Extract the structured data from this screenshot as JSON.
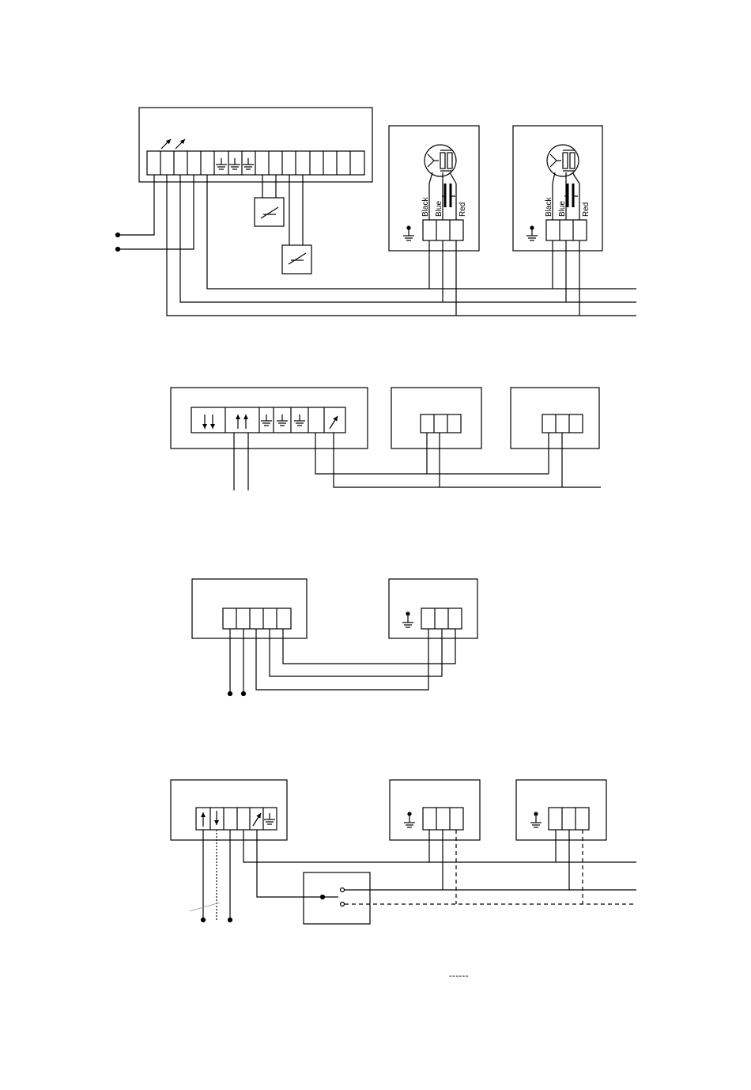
{
  "wire_labels": {
    "black": "Black",
    "blue": "Blue",
    "red": "Red"
  },
  "diagrams": [
    {
      "name": "wiring-diagram-1",
      "terminal_count": 16
    },
    {
      "name": "wiring-diagram-2",
      "terminal_count": 9
    },
    {
      "name": "wiring-diagram-3",
      "terminal_count": 5
    },
    {
      "name": "wiring-diagram-4",
      "terminal_count": 6
    }
  ],
  "legend": {
    "dashed_line": "------"
  },
  "colors": {
    "line": "#000000",
    "background": "#ffffff",
    "annotation": "#999999"
  }
}
